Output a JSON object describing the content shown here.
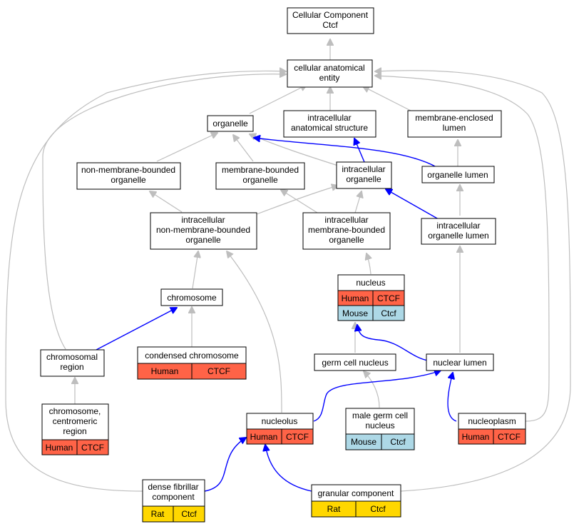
{
  "nodes": {
    "cellular_component": {
      "line1": "Cellular Component",
      "line2": "Ctcf"
    },
    "cellular_anatomical_entity": {
      "line1": "cellular anatomical",
      "line2": "entity"
    },
    "organelle": {
      "line1": "organelle"
    },
    "intracellular_anatomical_structure": {
      "line1": "intracellular",
      "line2": "anatomical structure"
    },
    "membrane_enclosed_lumen": {
      "line1": "membrane-enclosed",
      "line2": "lumen"
    },
    "non_membrane_bounded_organelle": {
      "line1": "non-membrane-bounded",
      "line2": "organelle"
    },
    "membrane_bounded_organelle": {
      "line1": "membrane-bounded",
      "line2": "organelle"
    },
    "intracellular_organelle": {
      "line1": "intracellular",
      "line2": "organelle"
    },
    "organelle_lumen": {
      "line1": "organelle lumen"
    },
    "intracellular_non_membrane_bounded_organelle": {
      "line1": "intracellular",
      "line2": "non-membrane-bounded",
      "line3": "organelle"
    },
    "intracellular_membrane_bounded_organelle": {
      "line1": "intracellular",
      "line2": "membrane-bounded",
      "line3": "organelle"
    },
    "intracellular_organelle_lumen": {
      "line1": "intracellular",
      "line2": "organelle lumen"
    },
    "nucleus": {
      "line1": "nucleus",
      "row1_species": "Human",
      "row1_gene": "CTCF",
      "row2_species": "Mouse",
      "row2_gene": "Ctcf"
    },
    "chromosome": {
      "line1": "chromosome"
    },
    "chromosomal_region": {
      "line1": "chromosomal",
      "line2": "region"
    },
    "condensed_chromosome": {
      "line1": "condensed chromosome",
      "row1_species": "Human",
      "row1_gene": "CTCF"
    },
    "germ_cell_nucleus": {
      "line1": "germ cell nucleus"
    },
    "nuclear_lumen": {
      "line1": "nuclear lumen"
    },
    "chromosome_centromeric_region": {
      "line1": "chromosome,",
      "line2": "centromeric",
      "line3": "region",
      "row1_species": "Human",
      "row1_gene": "CTCF"
    },
    "nucleolus": {
      "line1": "nucleolus",
      "row1_species": "Human",
      "row1_gene": "CTCF"
    },
    "male_germ_cell_nucleus": {
      "line1": "male germ cell",
      "line2": "nucleus",
      "row1_species": "Mouse",
      "row1_gene": "Ctcf"
    },
    "nucleoplasm": {
      "line1": "nucleoplasm",
      "row1_species": "Human",
      "row1_gene": "CTCF"
    },
    "dense_fibrillar_component": {
      "line1": "dense fibrillar",
      "line2": "component",
      "row1_species": "Rat",
      "row1_gene": "Ctcf"
    },
    "granular_component": {
      "line1": "granular component",
      "row1_species": "Rat",
      "row1_gene": "Ctcf"
    }
  },
  "colors": {
    "human": "#ff6347",
    "mouse": "#add8e6",
    "rat": "#ffd700",
    "edge_gray": "#bebebe",
    "edge_blue": "#0000ff"
  }
}
